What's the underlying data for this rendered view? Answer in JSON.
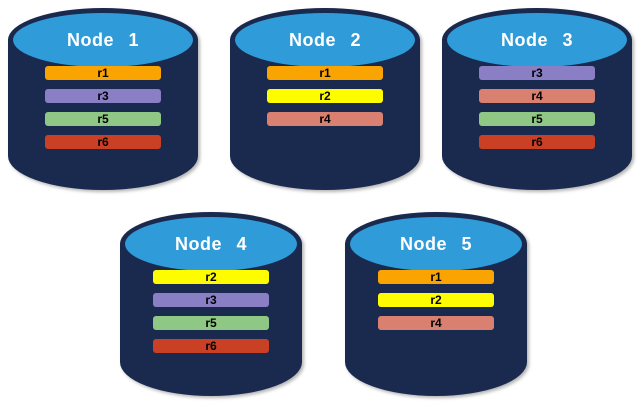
{
  "nodes": [
    {
      "name": "Node 1",
      "replicas": [
        "r1",
        "r3",
        "r5",
        "r6"
      ]
    },
    {
      "name": "Node 2",
      "replicas": [
        "r1",
        "r2",
        "r4"
      ]
    },
    {
      "name": "Node 3",
      "replicas": [
        "r3",
        "r4",
        "r5",
        "r6"
      ]
    },
    {
      "name": "Node 4",
      "replicas": [
        "r2",
        "r3",
        "r5",
        "r6"
      ]
    },
    {
      "name": "Node 5",
      "replicas": [
        "r1",
        "r2",
        "r4"
      ]
    }
  ],
  "replica_colors": {
    "r1": "#FAA402",
    "r2": "#FDFD00",
    "r3": "#8A7EC5",
    "r4": "#D98070",
    "r5": "#8FC785",
    "r6": "#C94024"
  },
  "cylinder_colors": {
    "body": "#1A2A4F",
    "top": "#2F9BD8",
    "title_text": "#FFFFFF",
    "bar_text": "#000000"
  }
}
